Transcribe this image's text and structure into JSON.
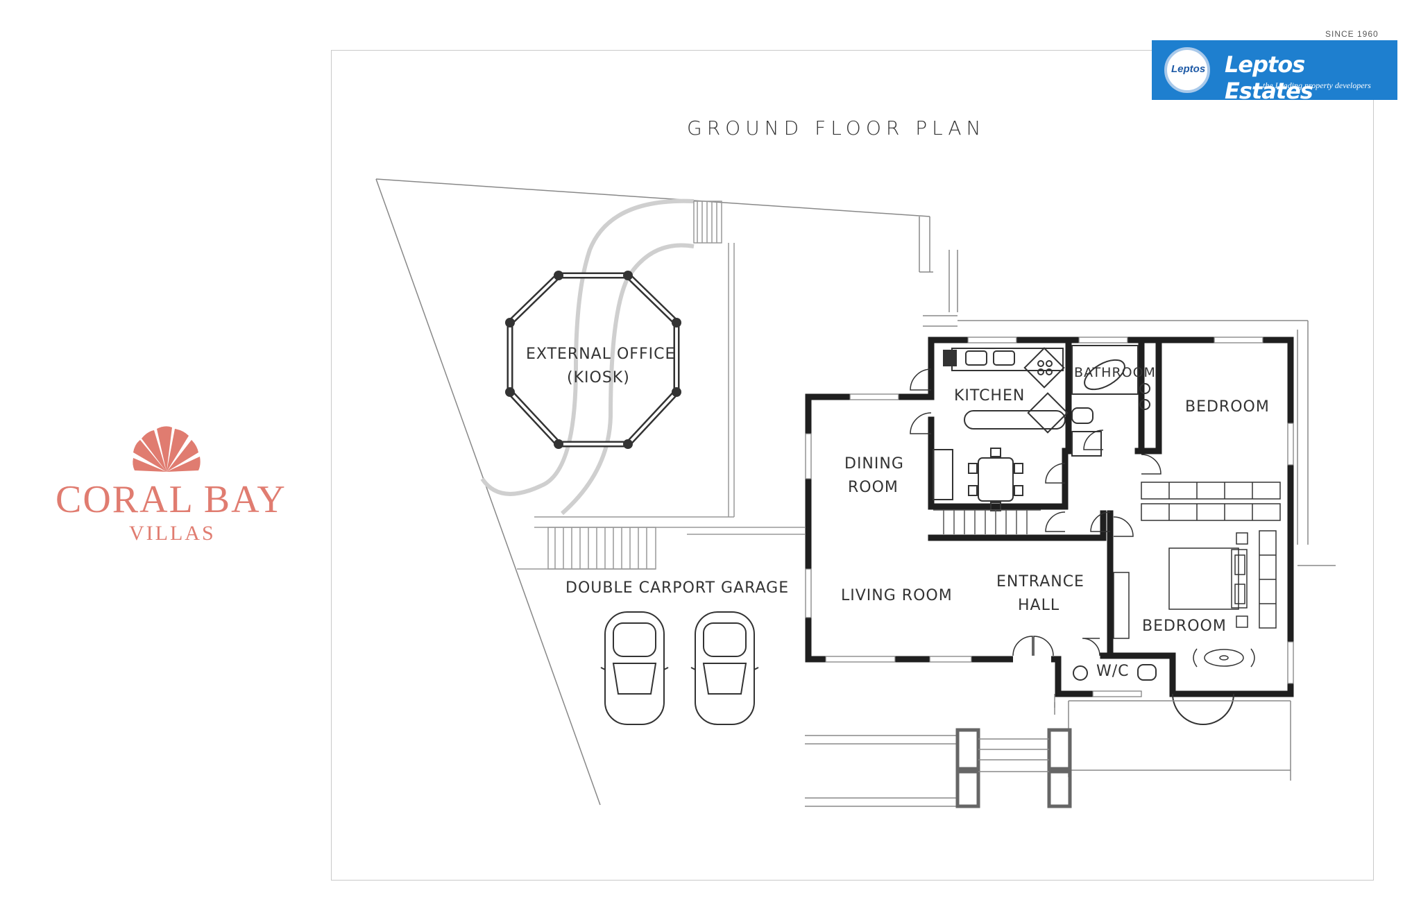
{
  "plan": {
    "title": "GROUND FLOOR PLAN",
    "rooms": {
      "external_office": "EXTERNAL OFFICE",
      "kiosk": "(KIOSK)",
      "carport": "DOUBLE CARPORT GARAGE",
      "dining_1": "DINING",
      "dining_2": "ROOM",
      "kitchen": "KITCHEN",
      "bathroom": "BATHROOM",
      "bedroom_1": "BEDROOM",
      "living": "LIVING ROOM",
      "entrance_1": "ENTRANCE",
      "entrance_2": "HALL",
      "bedroom_2": "BEDROOM",
      "wc": "W/C"
    }
  },
  "branding": {
    "project_name": "CORAL BAY",
    "project_sub": "VILLAS",
    "developer": "Leptos Estates",
    "developer_badge": "Leptos",
    "developer_tagline": "the Leading property developers",
    "since": "SINCE 1960",
    "coral_color": "#e07c70",
    "leptos_color": "#1e7fcf"
  }
}
